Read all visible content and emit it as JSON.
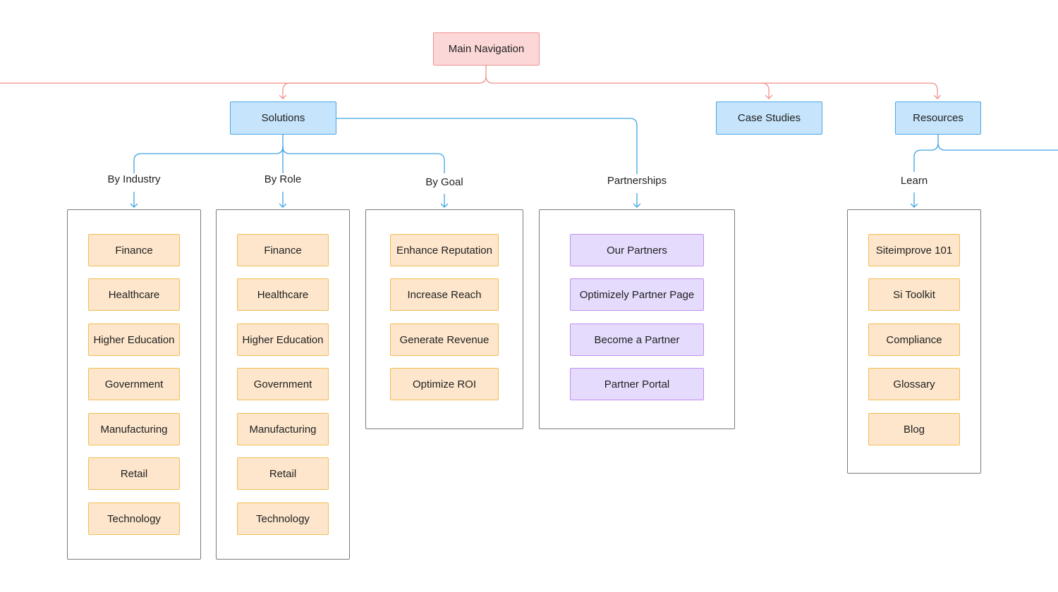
{
  "root": {
    "label": "Main Navigation"
  },
  "sections": {
    "solutions": "Solutions",
    "case_studies": "Case Studies",
    "resources": "Resources"
  },
  "groups": {
    "by_industry": {
      "label": "By Industry",
      "items": [
        "Finance",
        "Healthcare",
        "Higher Education",
        "Government",
        "Manufacturing",
        "Retail",
        "Technology"
      ]
    },
    "by_role": {
      "label": "By Role",
      "items": [
        "Finance",
        "Healthcare",
        "Higher Education",
        "Government",
        "Manufacturing",
        "Retail",
        "Technology"
      ]
    },
    "by_goal": {
      "label": "By Goal",
      "items": [
        "Enhance Reputation",
        "Increase Reach",
        "Generate Revenue",
        "Optimize ROI"
      ]
    },
    "partnerships": {
      "label": "Partnerships",
      "items": [
        "Our Partners",
        "Optimizely Partner Page",
        "Become a Partner",
        "Partner Portal"
      ]
    },
    "learn": {
      "label": "Learn",
      "items": [
        "Siteimprove 101",
        "Si Toolkit",
        "Compliance",
        "Glossary",
        "Blog"
      ]
    }
  },
  "colors": {
    "root_line": "#f0918a",
    "section_line": "#3fa3e3",
    "root_fill": "#fcd7d7",
    "section_fill": "#c6e4fb",
    "item_fill": "#fde6cc",
    "partner_fill": "#e5dbfd",
    "group_border": "#7a7a7a"
  }
}
